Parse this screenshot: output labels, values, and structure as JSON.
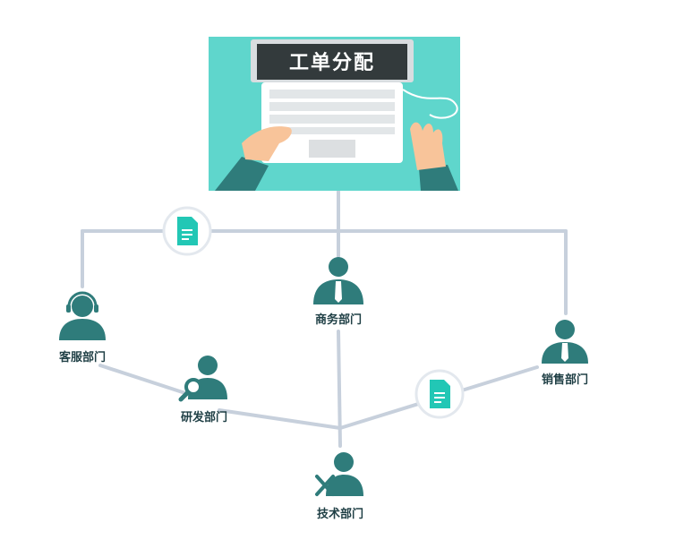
{
  "banner": {
    "title": "工单分配"
  },
  "departments": {
    "business": "商务部门",
    "service": "客服部门",
    "rnd": "研发部门",
    "sales": "销售部门",
    "tech": "技术部门"
  },
  "colors": {
    "teal": "#2f7c7b",
    "hero_bg": "#5fd6cc",
    "connector": "#c7d0dc",
    "doc_badge": "#22c7b5"
  },
  "icons": [
    "laptop-illustration",
    "document-icon",
    "person-icon",
    "headset-person-icon",
    "search-person-icon",
    "tools-person-icon"
  ]
}
